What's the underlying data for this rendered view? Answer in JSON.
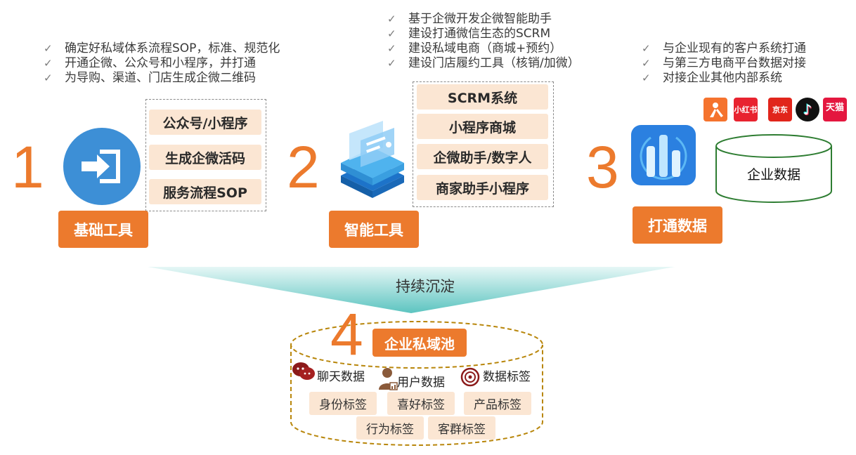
{
  "step1": {
    "number": "1",
    "bullets": [
      "确定好私域体系流程SOP，标准、规范化",
      "开通企微、公众号和小程序，并打通",
      "为导购、渠道、门店生成企微二维码"
    ],
    "items": [
      "公众号/小程序",
      "生成企微活码",
      "服务流程SOP"
    ],
    "label": "基础工具",
    "icon": "login-arrow-icon"
  },
  "step2": {
    "number": "2",
    "bullets": [
      "基于企微开发企微智能助手",
      "建设打通微信生态的SCRM",
      "建设私域电商（商城+预约）",
      "建设门店履约工具（核销/加微）"
    ],
    "items": [
      "SCRM系统",
      "小程序商城",
      "企微助手/数字人",
      "商家助手小程序"
    ],
    "label": "智能工具",
    "icon": "server-stack-icon"
  },
  "step3": {
    "number": "3",
    "bullets": [
      "与企业现有的客户系统打通",
      "与第三方电商平台数据对接",
      "对接企业其他内部系统"
    ],
    "label": "打通数据",
    "database_label": "企业数据",
    "icon": "bar-chart-app-icon",
    "platform_logos": [
      {
        "name": "dianping-logo",
        "text": "",
        "color": "#f5732e"
      },
      {
        "name": "xiaohongshu-logo",
        "text": "小红书",
        "color": "#e8232f"
      },
      {
        "name": "jd-logo",
        "text": "京东",
        "color": "#e1251b"
      },
      {
        "name": "douyin-logo",
        "text": "♪",
        "color": "#111111"
      },
      {
        "name": "tmall-logo",
        "text": "天猫",
        "color": "#e4173f"
      }
    ]
  },
  "flow": {
    "label": "持续沉淀"
  },
  "step4": {
    "number": "4",
    "title": "企业私域池",
    "channels": [
      "聊天数据",
      "用户数据",
      "数据标签"
    ],
    "tags_row1": [
      "身份标签",
      "喜好标签",
      "产品标签"
    ],
    "tags_row2": [
      "行为标签",
      "客群标签"
    ]
  },
  "colors": {
    "accent": "#ec7a2d",
    "pill": "#fbe6d3",
    "teal": "#7ecfcc",
    "db_border": "#2e7d32",
    "pool_border": "#b8860b"
  }
}
